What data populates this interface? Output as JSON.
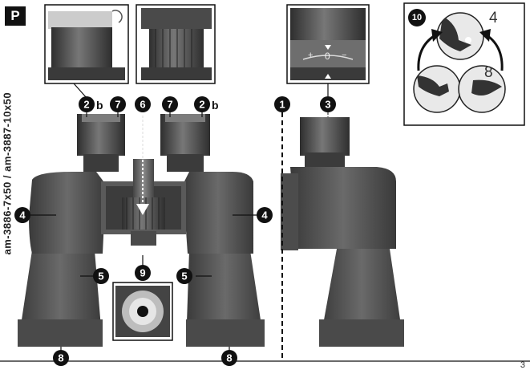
{
  "figure": {
    "badge": "P",
    "side_text": "am-3886-7x50 / am-3887-10x50",
    "page_number": "3",
    "callouts": {
      "c2b_left": {
        "num": "2",
        "suffix": "b"
      },
      "c7_left": {
        "num": "7"
      },
      "c6": {
        "num": "6"
      },
      "c7_right": {
        "num": "7"
      },
      "c2b_right": {
        "num": "2",
        "suffix": "b"
      },
      "c1": {
        "num": "1"
      },
      "c3": {
        "num": "3"
      },
      "c4_left": {
        "num": "4"
      },
      "c4_right": {
        "num": "4"
      },
      "c5_left": {
        "num": "5"
      },
      "c5_right": {
        "num": "5"
      },
      "c9": {
        "num": "9"
      },
      "c8_left": {
        "num": "8"
      },
      "c8_right": {
        "num": "8"
      },
      "c10": {
        "num": "10"
      }
    },
    "inset_zoom": {
      "numbers": [
        "4",
        "8"
      ]
    },
    "diopter_marks": {
      "plus": "+",
      "zero": "0",
      "minus": "−"
    },
    "colors": {
      "body": "#555555",
      "dark": "#333333",
      "light": "#7a7a7a",
      "badge": "#111111"
    }
  }
}
